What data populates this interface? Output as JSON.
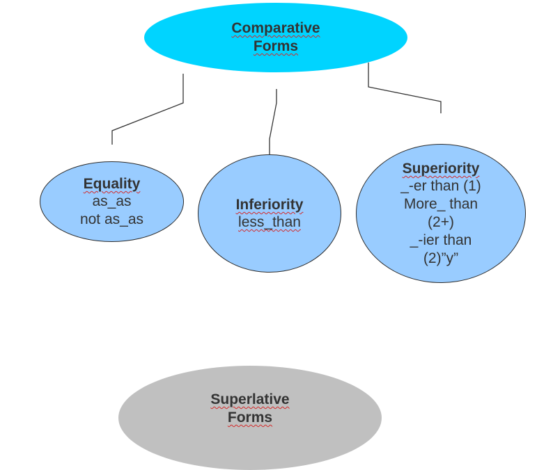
{
  "nodes": {
    "comparative": {
      "title_1": "Comparative",
      "title_2": "Forms",
      "fill": "#00d4ff"
    },
    "equality": {
      "title": "Equality",
      "line_1": "as_as",
      "line_2": "not as_as",
      "fill": "#99ccff"
    },
    "inferiority": {
      "title": "Inferiority",
      "line_1": "less_than",
      "fill": "#99ccff"
    },
    "superiority": {
      "title": "Superiority",
      "line_1": "_-er than (1)",
      "line_2": "More_ than",
      "line_3": "(2+)",
      "line_4": "_-ier than",
      "line_5": "(2)”y”",
      "fill": "#99ccff"
    },
    "superlative": {
      "title_1": "Superlative",
      "title_2": "Forms",
      "fill": "#c0c0c0"
    }
  },
  "connectors": [
    {
      "from": "comparative",
      "to": "equality"
    },
    {
      "from": "comparative",
      "to": "inferiority"
    },
    {
      "from": "comparative",
      "to": "superiority"
    }
  ]
}
